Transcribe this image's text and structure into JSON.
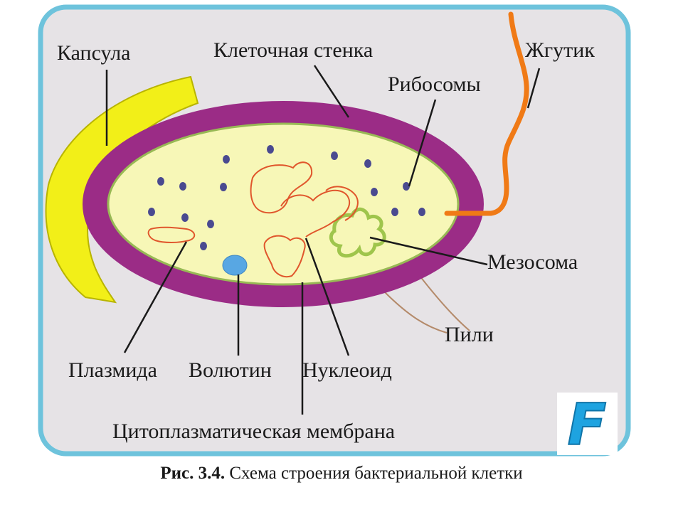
{
  "labels": {
    "capsule": "Капсула",
    "cell_wall": "Клеточная стенка",
    "flagellum": "Жгутик",
    "ribosomes": "Рибосомы",
    "mesosome": "Мезосома",
    "pili": "Пили",
    "plasmid": "Плазмида",
    "volutin": "Волютин",
    "nucleoid": "Нуклеоид",
    "membrane": "Цитоплазматическая мембрана"
  },
  "caption": {
    "prefix": "Рис. 3.4.",
    "text": " Схема строения бактериальной клетки"
  },
  "logo": {
    "letter": "F"
  },
  "colors": {
    "background": "#e6e3e6",
    "frame": "#6ec3dc",
    "cell_wall": "#9b2c86",
    "cytoplasm": "#f7f7b7",
    "membrane": "#98b955",
    "capsule": "#f2ef18",
    "flagellum": "#f07a16",
    "nucleoid": "#e0562c",
    "ribosome": "#4a4a90",
    "volutin": "#58a7e3",
    "mesosome": "#9fc54c",
    "logo": "#1ea3e0"
  }
}
